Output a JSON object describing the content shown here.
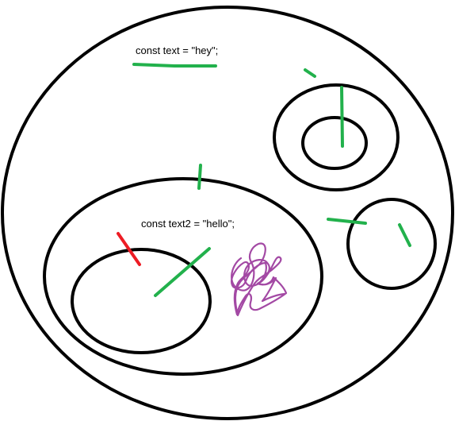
{
  "labels": {
    "outer_scope_code": "const text = \"hey\";",
    "inner_scope_code": "const text2 = \"hello\";"
  },
  "colors": {
    "background": "#ffffff",
    "scope_stroke": "#000000",
    "reference_green": "#22b14c",
    "error_red": "#ed1c24",
    "scribble_purple": "#a349a4"
  },
  "annotations": {
    "green_marks": "reference-mark",
    "red_marks": "blocked-reference-mark",
    "purple_scribble": "scribble"
  }
}
